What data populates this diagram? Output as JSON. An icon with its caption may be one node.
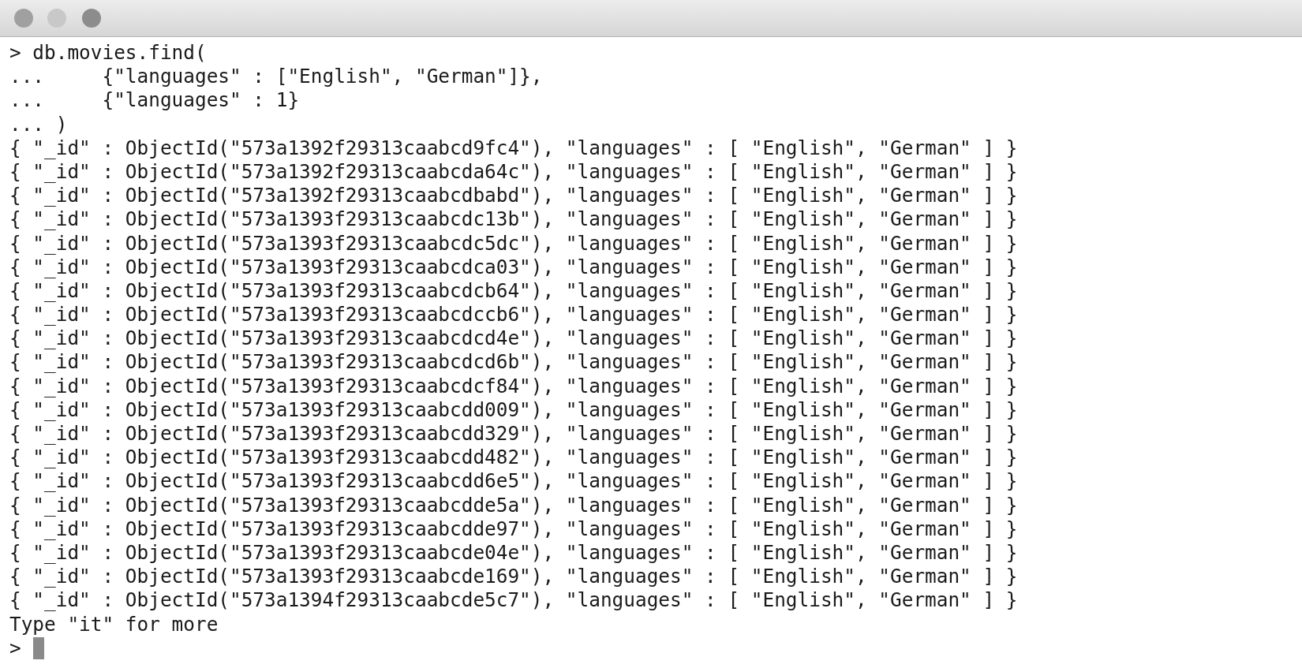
{
  "diagram": {
    "labels": [
      "> db.movies.find(",
      "...     {\"languages\" : [\"English\", \"German\"]},",
      "...     {\"languages\" : 1}",
      "... )",
      "{ \"_id\" : ObjectId(\"573a1392f29313caabcd9fc4\"), \"languages\" : [ \"English\", \"German\" ] }",
      "{ \"_id\" : ObjectId(\"573a1392f29313caabcda64c\"), \"languages\" : [ \"English\", \"German\" ] }",
      "{ \"_id\" : ObjectId(\"573a1392f29313caabcdbabd\"), \"languages\" : [ \"English\", \"German\" ] }",
      "{ \"_id\" : ObjectId(\"573a1393f29313caabcdc13b\"), \"languages\" : [ \"English\", \"German\" ] }",
      "{ \"_id\" : ObjectId(\"573a1393f29313caabcdc5dc\"), \"languages\" : [ \"English\", \"German\" ] }",
      "{ \"_id\" : ObjectId(\"573a1393f29313caabcdca03\"), \"languages\" : [ \"English\", \"German\" ] }",
      "{ \"_id\" : ObjectId(\"573a1393f29313caabcdcb64\"), \"languages\" : [ \"English\", \"German\" ] }",
      "{ \"_id\" : ObjectId(\"573a1393f29313caabcdccb6\"), \"languages\" : [ \"English\", \"German\" ] }",
      "{ \"_id\" : ObjectId(\"573a1393f29313caabcdcd4e\"), \"languages\" : [ \"English\", \"German\" ] }",
      "{ \"_id\" : ObjectId(\"573a1393f29313caabcdcd6b\"), \"languages\" : [ \"English\", \"German\" ] }",
      "{ \"_id\" : ObjectId(\"573a1393f29313caabcdcf84\"), \"languages\" : [ \"English\", \"German\" ] }",
      "{ \"_id\" : ObjectId(\"573a1393f29313caabcdd009\"), \"languages\" : [ \"English\", \"German\" ] }",
      "{ \"_id\" : ObjectId(\"573a1393f29313caabcdd329\"), \"languages\" : [ \"English\", \"German\" ] }",
      "{ \"_id\" : ObjectId(\"573a1393f29313caabcdd482\"), \"languages\" : [ \"English\", \"German\" ] }",
      "{ \"_id\" : ObjectId(\"573a1393f29313caabcdd6e5\"), \"languages\" : [ \"English\", \"German\" ] }",
      "{ \"_id\" : ObjectId(\"573a1393f29313caabcdde5a\"), \"languages\" : [ \"English\", \"German\" ] }",
      "{ \"_id\" : ObjectId(\"573a1393f29313caabcdde97\"), \"languages\" : [ \"English\", \"German\" ] }",
      "{ \"_id\" : ObjectId(\"573a1393f29313caabcde04e\"), \"languages\" : [ \"English\", \"German\" ] }",
      "{ \"_id\" : ObjectId(\"573a1393f29313caabcde169\"), \"languages\" : [ \"English\", \"German\" ] }",
      "{ \"_id\" : ObjectId(\"573a1394f29313caabcde5c7\"), \"languages\" : [ \"English\", \"German\" ] }",
      "Type \"it\" for more",
      ">"
    ]
  }
}
